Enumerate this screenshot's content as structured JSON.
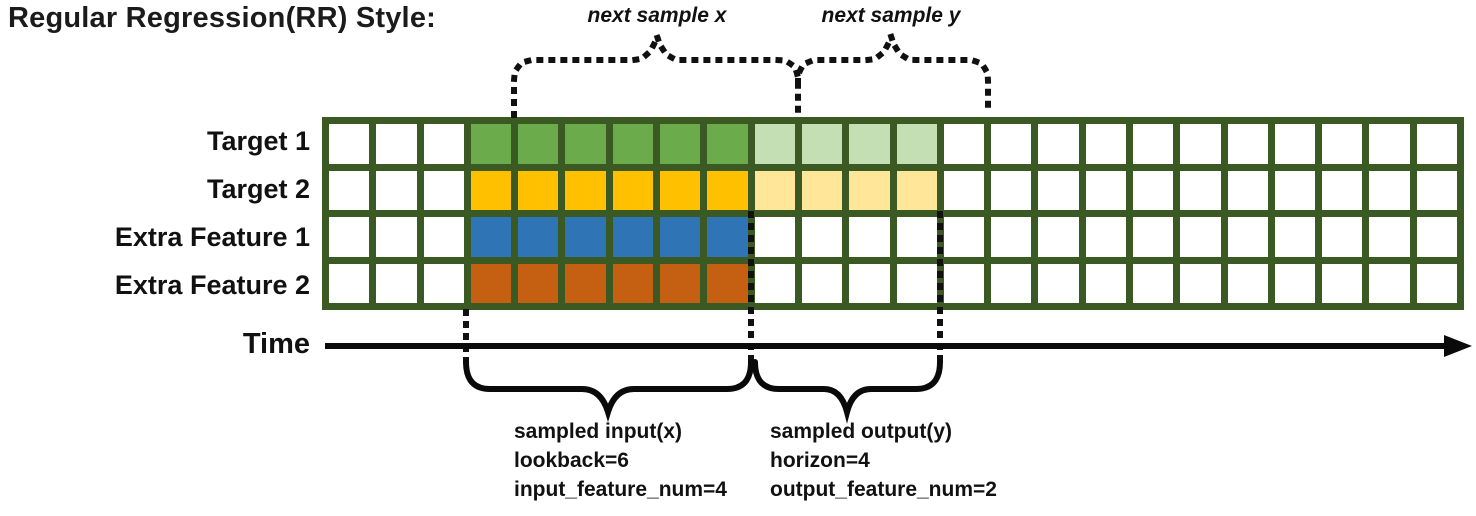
{
  "title": "Regular Regression(RR) Style:",
  "top_labels": {
    "next_sample_x": "next sample x",
    "next_sample_y": "next sample y"
  },
  "grid": {
    "columns": 24,
    "border_color": "#3B5A23",
    "empty_color": "#FFFFFF",
    "rows": [
      {
        "label": "Target 1",
        "input_color": "#6BAB4C",
        "output_color": "#C5DFB4",
        "lead": 3,
        "input": 6,
        "output": 4,
        "trail": 11
      },
      {
        "label": "Target 2",
        "input_color": "#FFC000",
        "output_color": "#FFE699",
        "lead": 3,
        "input": 6,
        "output": 4,
        "trail": 11
      },
      {
        "label": "Extra Feature 1",
        "input_color": "#2F75B6",
        "output_color": null,
        "lead": 3,
        "input": 6,
        "output": 0,
        "trail": 15
      },
      {
        "label": "Extra Feature 2",
        "input_color": "#C55F11",
        "output_color": null,
        "lead": 3,
        "input": 6,
        "output": 0,
        "trail": 15
      }
    ]
  },
  "time_label": "Time",
  "annotations": {
    "input": [
      "sampled input(x)",
      "lookback=6",
      "input_feature_num=4"
    ],
    "output": [
      "sampled output(y)",
      "horizon=4",
      "output_feature_num=2"
    ]
  }
}
